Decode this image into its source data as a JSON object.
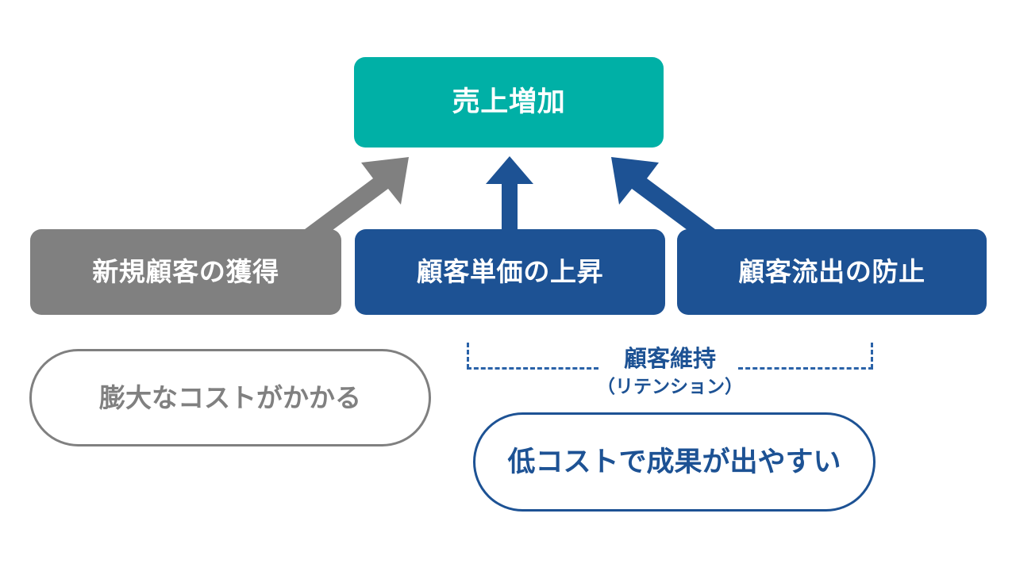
{
  "diagram": {
    "title_box": {
      "label": "売上増加",
      "color": "#00b0a6",
      "text_color": "#ffffff"
    },
    "drivers": [
      {
        "id": "new-customer-acquisition",
        "label": "新規顧客の獲得",
        "color": "#808080",
        "text_color": "#ffffff",
        "arrow_color": "#808080",
        "arrow_kind": "diagonal-up-right"
      },
      {
        "id": "average-spend-increase",
        "label": "顧客単価の上昇",
        "color": "#1d5294",
        "text_color": "#ffffff",
        "arrow_color": "#1d5294",
        "arrow_kind": "vertical-up"
      },
      {
        "id": "churn-prevention",
        "label": "顧客流出の防止",
        "color": "#1d5294",
        "text_color": "#ffffff",
        "arrow_color": "#1d5294",
        "arrow_kind": "diagonal-up-left"
      }
    ],
    "notes": [
      {
        "id": "high-cost-note",
        "label": "膨大なコストがかかる",
        "border_color": "#808080",
        "text_color": "#808080"
      },
      {
        "id": "low-cost-note",
        "label": "低コストで成果が出やすい",
        "border_color": "#1d5294",
        "text_color": "#1d5294"
      }
    ],
    "bracket": {
      "label_main": "顧客維持",
      "label_sub": "（リテンション）",
      "color": "#2a62a8",
      "style": "dashed"
    }
  }
}
